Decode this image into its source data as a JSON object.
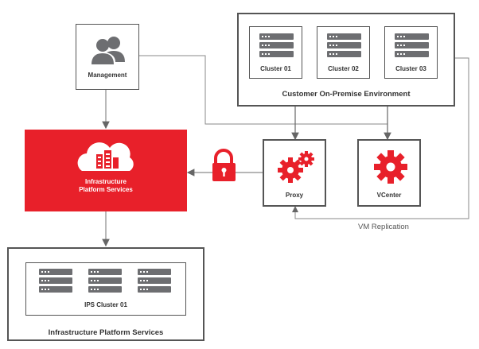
{
  "nodes": {
    "management": "Management",
    "ips_main_line1": "Infrastructure",
    "ips_main_line2": "Platform Services",
    "customer_env": "Customer On-Premise Environment",
    "cluster01": "Cluster 01",
    "cluster02": "Cluster 02",
    "cluster03": "Cluster 03",
    "proxy": "Proxy",
    "vcenter": "VCenter",
    "ips_cluster": "IPS Cluster 01",
    "ips_bottom": "Infrastructure Platform Services"
  },
  "edges": {
    "vm_replication": "VM Replication"
  },
  "colors": {
    "accent": "#e8202a",
    "icon_gray": "#6d6e71",
    "line_gray": "#8a8a8a",
    "border": "#555555"
  }
}
